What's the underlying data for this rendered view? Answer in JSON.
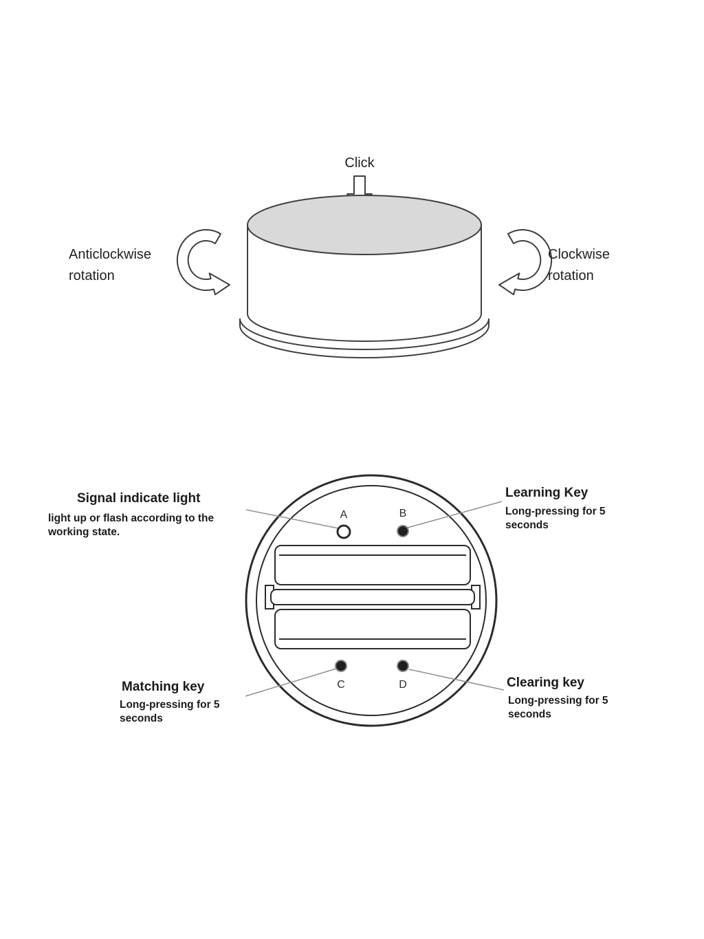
{
  "colors": {
    "ink": "#1f1f1f",
    "outline": "#3f3f3f",
    "knob_top_fill": "#d9d9d9",
    "leader_line": "#8f8f8f",
    "key_dot_fill": "#1f1f1f"
  },
  "knob_diagram": {
    "click_label": "Click",
    "anticlockwise_label": "Anticlockwise rotation",
    "clockwise_label": "Clockwise rotation"
  },
  "base_diagram": {
    "point_labels": {
      "a": "A",
      "b": "B",
      "c": "C",
      "d": "D"
    },
    "annotations": {
      "signal_light": {
        "title": "Signal indicate light",
        "desc": "light up or flash according to the working state."
      },
      "learning_key": {
        "title": "Learning Key",
        "desc": "Long-pressing for 5 seconds"
      },
      "matching_key": {
        "title": "Matching key",
        "desc": "Long-pressing for 5 seconds"
      },
      "clearing_key": {
        "title": "Clearing key",
        "desc": "Long-pressing for 5 seconds"
      }
    }
  }
}
